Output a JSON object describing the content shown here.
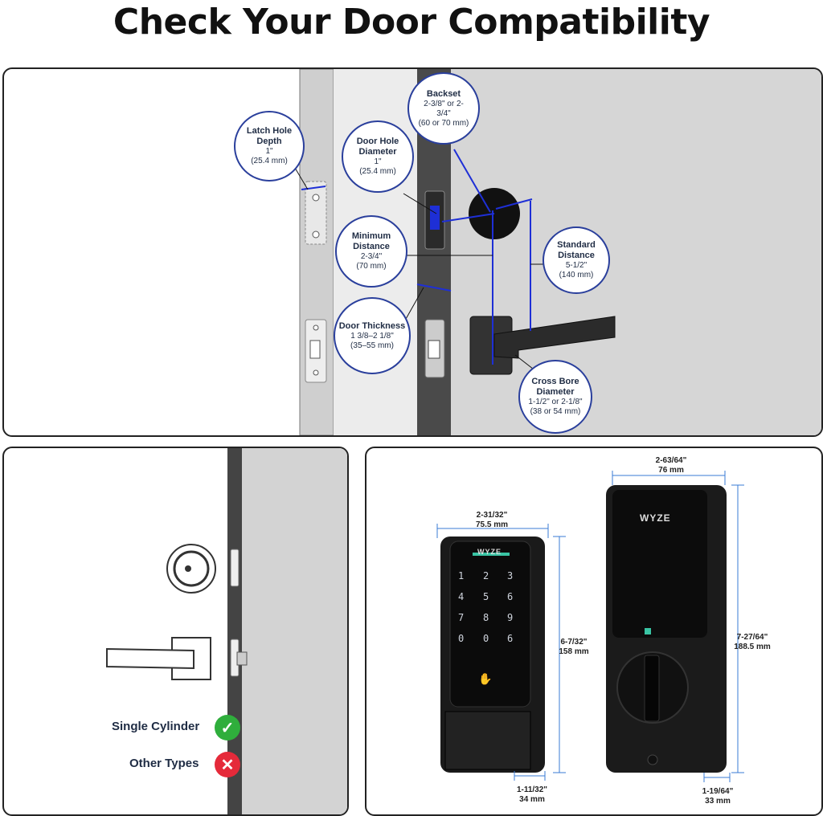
{
  "title": "Check Your Door Compatibility",
  "callouts": {
    "latch_hole_depth": {
      "title": "Latch Hole Depth",
      "value": "1\"",
      "metric": "(25.4 mm)"
    },
    "door_hole_diameter": {
      "title": "Door Hole Diameter",
      "value": "1\"",
      "metric": "(25.4 mm)"
    },
    "backset": {
      "title": "Backset",
      "value": "2-3/8\" or 2-3/4\"",
      "metric": "(60 or 70 mm)"
    },
    "minimum_distance": {
      "title": "Minimum Distance",
      "value": "2-3/4\"",
      "metric": "(70 mm)"
    },
    "standard_distance": {
      "title": "Standard Distance",
      "value": "5-1/2\"",
      "metric": "(140 mm)"
    },
    "door_thickness": {
      "title": "Door Thickness",
      "value": "1 3/8–2 1/8\"",
      "metric": "(35–55 mm)"
    },
    "cross_bore_diameter": {
      "title": "Cross Bore Diameter",
      "value": "1-1/2\" or 2-1/8\"",
      "metric": "(38 or 54 mm)"
    }
  },
  "compatibility": {
    "single_cylinder": {
      "label": "Single Cylinder",
      "status": "check-icon",
      "color": "#2fae3c"
    },
    "other_types": {
      "label": "Other Types",
      "status": "cross-icon",
      "color": "#e52a3a"
    }
  },
  "dimensions": {
    "keypad_width": {
      "imperial": "2-31/32\"",
      "metric": "75.5 mm"
    },
    "keypad_height": {
      "imperial": "6-7/32\"",
      "metric": "158 mm"
    },
    "keypad_depth": {
      "imperial": "1-11/32\"",
      "metric": "34 mm"
    },
    "lock_width": {
      "imperial": "2-63/64\"",
      "metric": "76 mm"
    },
    "lock_height": {
      "imperial": "7-27/64\"",
      "metric": "188.5 mm"
    },
    "lock_depth": {
      "imperial": "1-19/64\"",
      "metric": "33 mm"
    }
  },
  "brand": "WYZE",
  "keypad_keys": [
    "1",
    "2",
    "3",
    "4",
    "5",
    "6",
    "7",
    "8",
    "9",
    "0",
    "0",
    "6"
  ],
  "colors": {
    "accent": "#1e2fd6",
    "callout_border": "#2a3f9c"
  }
}
